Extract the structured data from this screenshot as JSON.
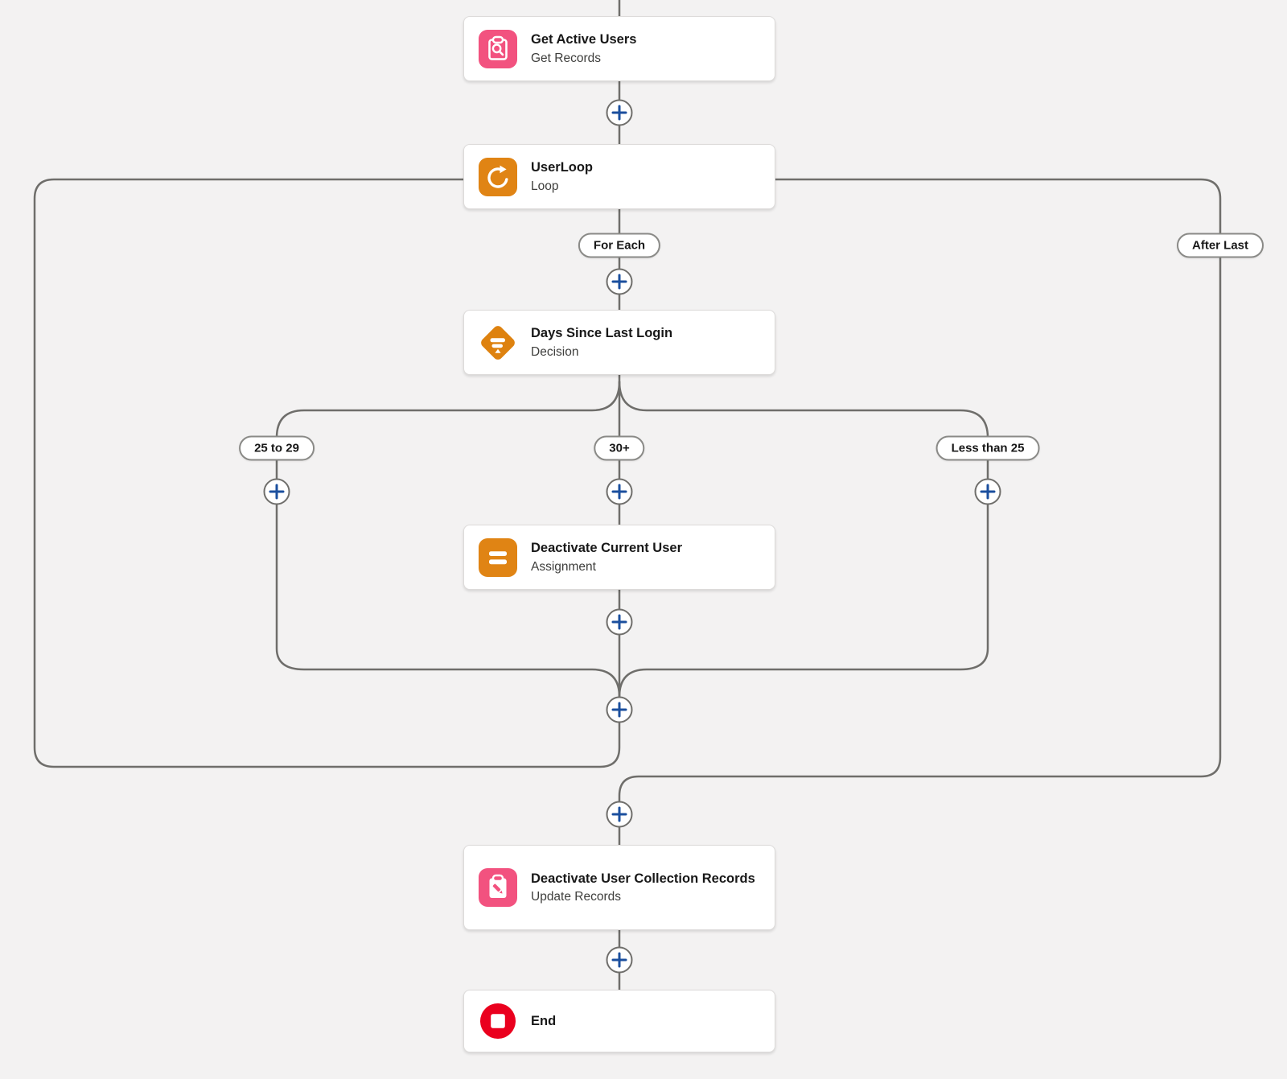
{
  "flow": {
    "background_color": "#F3F2F2",
    "connector_color": "#6F6E6B",
    "plus_icon_color": "#1B4F9E",
    "nodes": [
      {
        "title": "Get Active Users",
        "subtitle": "Get Records",
        "icon": "record-lookup-icon",
        "color": "#F2527F"
      },
      {
        "title": "UserLoop",
        "subtitle": "Loop",
        "icon": "loop-icon",
        "color": "#E08414"
      },
      {
        "title": "Days Since Last Login",
        "subtitle": "Decision",
        "icon": "decision-signpost-icon",
        "color": "#DE820F"
      },
      {
        "title": "Deactivate Current User",
        "subtitle": "Assignment",
        "icon": "assignment-equals-icon",
        "color": "#E08414"
      },
      {
        "title": "Deactivate User Collection Records",
        "subtitle": "Update Records",
        "icon": "record-update-icon",
        "color": "#F2527F"
      },
      {
        "title": "End",
        "subtitle": "",
        "icon": "end-stop-icon",
        "color": "#EA001E"
      }
    ],
    "connector_labels": {
      "for_each": "For Each",
      "after_last": "After Last",
      "outcome_25_29": "25 to 29",
      "outcome_30_plus": "30+",
      "outcome_less_25": "Less than 25"
    }
  }
}
